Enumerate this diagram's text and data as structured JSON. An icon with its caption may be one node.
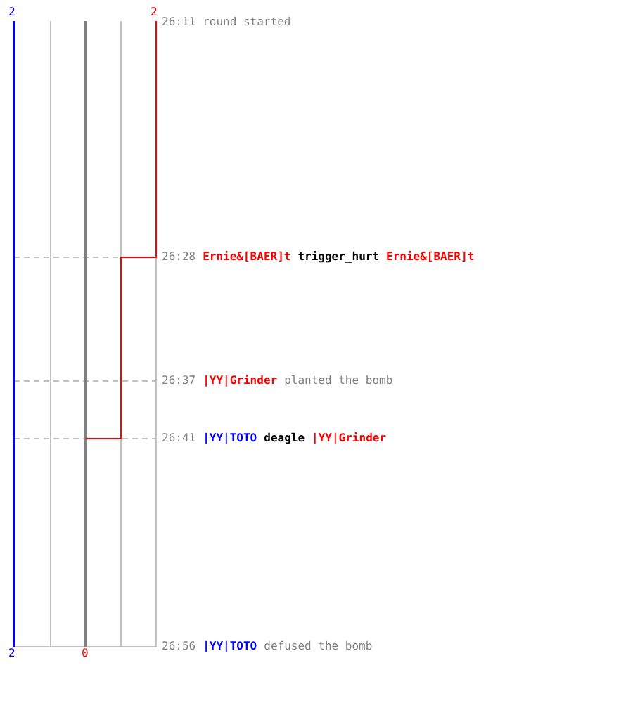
{
  "diagram": {
    "labels": [
      "2",
      "2",
      "26:11",
      "round started",
      "26:28",
      "Ernie&[BAER]t",
      "trigger_hurt",
      "Ernie&[BAER]t",
      "26:37",
      "|YY|Grinder",
      "planted the bomb",
      "26:41",
      "|YY|TOTO",
      "deagle",
      "|YY|Grinder",
      "26:56",
      "|YY|TOTO",
      "defused the bomb",
      "2",
      "0"
    ]
  }
}
